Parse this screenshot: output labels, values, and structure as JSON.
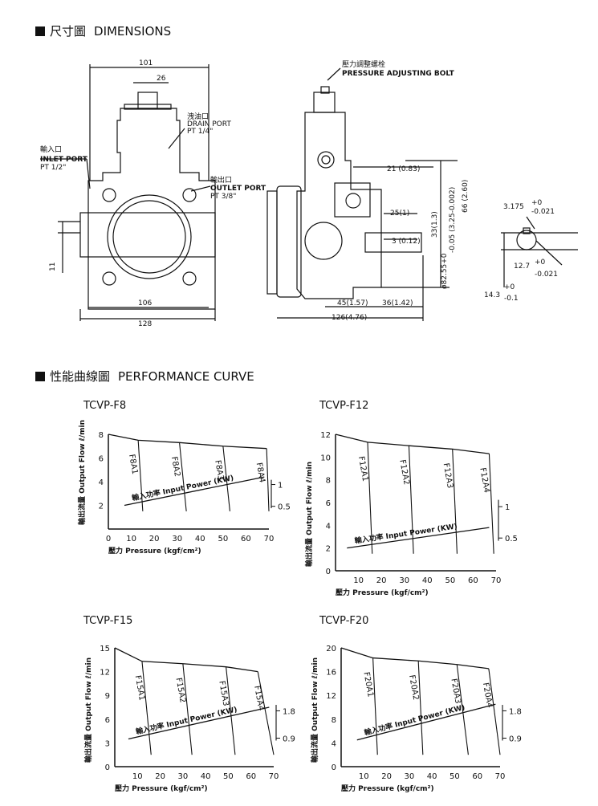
{
  "dimensions": {
    "heading_cn": "尺寸圖",
    "heading_en": "DIMENSIONS",
    "labels": {
      "d101": "101",
      "d26": "26",
      "d11": "11",
      "d106": "106",
      "d128": "128",
      "drain_cn": "洩油口",
      "drain_en": "DRAIN PORT",
      "drain_size": "PT 1/4\"",
      "inlet_cn": "輸入口",
      "inlet_en": "INLET PORT",
      "inlet_size": "PT 1/2\"",
      "outlet_cn": "輸出口",
      "outlet_en": "OUTLET PORT",
      "outlet_size": "PT 3/8\"",
      "bolt_cn": "壓力調整螺栓",
      "bolt_en": "PRESSURE ADJUSTING BOLT",
      "d21": "21 (0.83)",
      "d66": "66 (2.60)",
      "d33": "33(1.3)",
      "d25": "25(1)",
      "d3": "3 (0.12)",
      "d325": "-0.05 (3.25-0.002)",
      "dia": "ø82.55+0",
      "d45": "45(1.57)",
      "d36": "36(1.42)",
      "d126": "126(4.76)",
      "k3175": "3.175",
      "k3175_tol_up": "+0",
      "k3175_tol_dn": "-0.021",
      "k127": "12.7",
      "k127_tol_up": "+0",
      "k127_tol_dn": "-0.021",
      "k143": "14.3",
      "k143_tol_up": "+0",
      "k143_tol_dn": "-0.1"
    }
  },
  "performance": {
    "heading_cn": "性能曲線圖",
    "heading_en": "PERFORMANCE CURVE"
  },
  "chart_data": [
    {
      "type": "line",
      "title": "TCVP-F8",
      "xlabel": "壓力 Pressure (kgf/cm²)",
      "ylabel": "輸出流量 Output Flow ℓ/min",
      "xlim": [
        0,
        70
      ],
      "ylim": [
        0,
        8
      ],
      "xticks": [
        "0",
        "10",
        "20",
        "30",
        "40",
        "50",
        "60",
        "70"
      ],
      "yticks": [
        "2",
        "4",
        "6",
        "8"
      ],
      "power_label": "輸入功率 Input Power (KW)",
      "power_ticks": [
        "1",
        "0.5"
      ],
      "series": [
        {
          "name": "F8A1",
          "x": [
            0,
            13,
            15
          ],
          "y": [
            8,
            7.5,
            1.5
          ]
        },
        {
          "name": "F8A2",
          "x": [
            0,
            31,
            34
          ],
          "y": [
            8,
            7.3,
            1.5
          ]
        },
        {
          "name": "F8A3",
          "x": [
            0,
            50,
            53
          ],
          "y": [
            8,
            7.0,
            1.5
          ]
        },
        {
          "name": "F8A4",
          "x": [
            0,
            69,
            70
          ],
          "y": [
            8,
            6.8,
            1.5
          ]
        }
      ],
      "power_line": {
        "x": [
          7,
          68
        ],
        "y": [
          2.0,
          4.4
        ]
      }
    },
    {
      "type": "line",
      "title": "TCVP-F12",
      "xlabel": "壓力 Pressure (kgf/cm²)",
      "ylabel": "輸出流量 Output Flow ℓ/min",
      "xlim": [
        0,
        70
      ],
      "ylim": [
        0,
        12
      ],
      "xticks": [
        "10",
        "20",
        "30",
        "40",
        "50",
        "60",
        "70"
      ],
      "yticks": [
        "0",
        "2",
        "4",
        "6",
        "8",
        "10",
        "12"
      ],
      "power_label": "輸入功率 Input Power (KW)",
      "power_ticks": [
        "1",
        "0.5"
      ],
      "series": [
        {
          "name": "F12A1",
          "x": [
            0,
            14,
            16
          ],
          "y": [
            12,
            11.3,
            1.5
          ]
        },
        {
          "name": "F12A2",
          "x": [
            0,
            32,
            34
          ],
          "y": [
            12,
            11.0,
            1.5
          ]
        },
        {
          "name": "F12A3",
          "x": [
            0,
            51,
            53
          ],
          "y": [
            12,
            10.7,
            1.5
          ]
        },
        {
          "name": "F12A4",
          "x": [
            0,
            67,
            69
          ],
          "y": [
            12,
            10.3,
            1.5
          ]
        }
      ],
      "power_line": {
        "x": [
          5,
          67
        ],
        "y": [
          2.0,
          3.8
        ]
      }
    },
    {
      "type": "line",
      "title": "TCVP-F15",
      "xlabel": "壓力 Pressure (kgf/cm²)",
      "ylabel": "輸出流量 Output Flow ℓ/min",
      "xlim": [
        0,
        70
      ],
      "ylim": [
        0,
        15
      ],
      "xticks": [
        "10",
        "20",
        "30",
        "40",
        "50",
        "60",
        "70"
      ],
      "yticks": [
        "0",
        "3",
        "6",
        "9",
        "12",
        "15"
      ],
      "power_label": "輸入功率 Input Power (KW)",
      "power_ticks": [
        "1.8",
        "0.9"
      ],
      "series": [
        {
          "name": "F15A1",
          "x": [
            0,
            12,
            16
          ],
          "y": [
            14,
            13.3,
            1.5
          ]
        },
        {
          "name": "F15A2",
          "x": [
            0,
            30,
            34
          ],
          "y": [
            14,
            13.0,
            1.5
          ]
        },
        {
          "name": "F15A3",
          "x": [
            0,
            49,
            53
          ],
          "y": [
            14,
            12.6,
            1.5
          ]
        },
        {
          "name": "F15A4",
          "x": [
            0,
            63,
            70
          ],
          "y": [
            14,
            12.0,
            1.5
          ]
        }
      ],
      "power_line": {
        "x": [
          6,
          68
        ],
        "y": [
          3.5,
          7.5
        ]
      }
    },
    {
      "type": "line",
      "title": "TCVP-F20",
      "xlabel": "壓力 Pressure (kgf/cm²)",
      "ylabel": "輸出流量 Output Flow ℓ/min",
      "xlim": [
        0,
        70
      ],
      "ylim": [
        0,
        20
      ],
      "xticks": [
        "10",
        "20",
        "30",
        "40",
        "50",
        "60",
        "70"
      ],
      "yticks": [
        "0",
        "4",
        "8",
        "12",
        "16",
        "20"
      ],
      "power_label": "輸入功率 Input Power (KW)",
      "power_ticks": [
        "1.8",
        "0.9"
      ],
      "series": [
        {
          "name": "F20A1",
          "x": [
            0,
            14,
            16
          ],
          "y": [
            19,
            18.3,
            2
          ]
        },
        {
          "name": "F20A2",
          "x": [
            0,
            34,
            36
          ],
          "y": [
            19,
            17.8,
            2
          ]
        },
        {
          "name": "F20A3",
          "x": [
            0,
            51,
            56
          ],
          "y": [
            19,
            17.2,
            2
          ]
        },
        {
          "name": "F20A4",
          "x": [
            0,
            65,
            70
          ],
          "y": [
            19,
            16.5,
            2
          ]
        }
      ],
      "power_line": {
        "x": [
          7,
          68
        ],
        "y": [
          4.5,
          10.5
        ]
      }
    }
  ]
}
